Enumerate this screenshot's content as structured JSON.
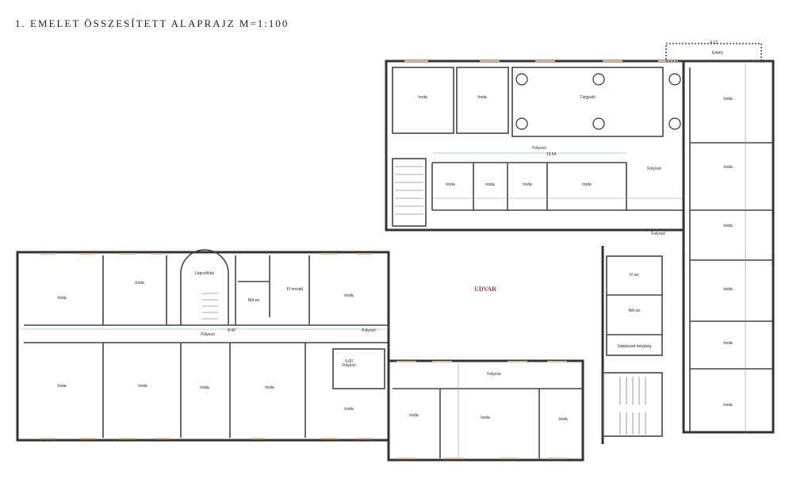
{
  "title": "1. EMELET ÖSSZESÍTETT ALAPRAJZ M=1:100",
  "courtyard_label": "UDVAR",
  "accent_color": "#c03030",
  "rooms": {
    "office": "Iroda",
    "meeting": "Tárgyaló",
    "corridor": "Folyosó",
    "staircase": "Lépcsőház",
    "wc_men": "Fi wc",
    "wc_women": "Női wc",
    "washroom_men": "Fi mosdó",
    "technical": "Gépészeti helyiség",
    "balcony": "Erkély"
  },
  "dimensions": {
    "balcony_width": "4.13",
    "corridor_length": "13.54",
    "left_span": "5.00",
    "mid_span": "8.40"
  }
}
